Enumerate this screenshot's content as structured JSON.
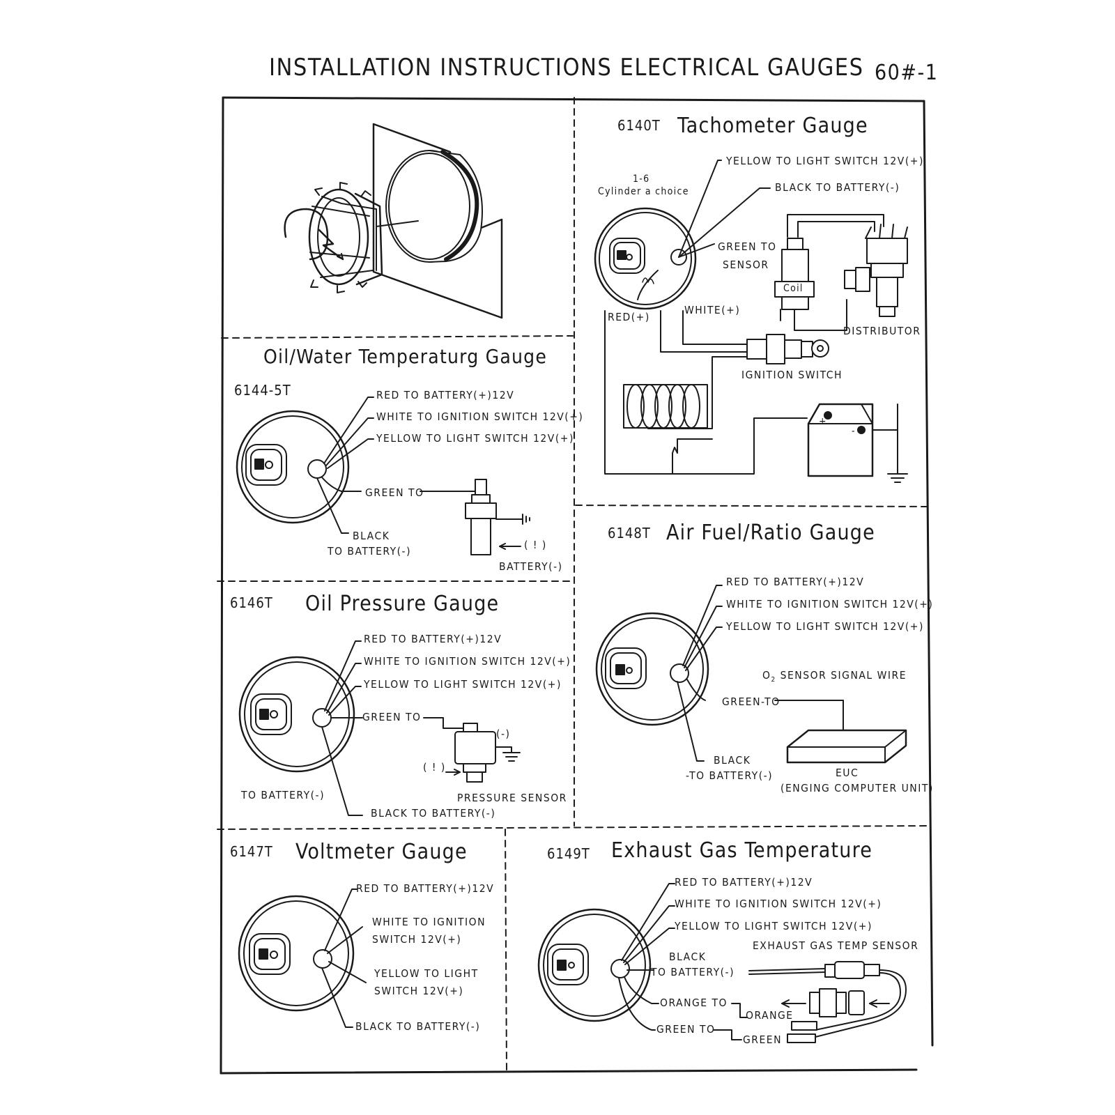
{
  "page": {
    "title": "INSTALLATION INSTRUCTIONS ELECTRICAL GAUGES",
    "page_code": "60#-1"
  },
  "tachometer": {
    "model": "6140T",
    "title": "Tachometer Gauge",
    "cylinder_line1": "1-6",
    "cylinder_line2": "Cylinder a choice",
    "yellow": "YELLOW   TO LIGHT SWITCH 12V(+)",
    "black": "BLACK   TO BATTERY(-)",
    "green_line1": "GREEN TO",
    "green_line2": "SENSOR",
    "red": "RED(+)",
    "white": "WHITE(+)",
    "coil": "Coil",
    "distributor": "DISTRIBUTOR",
    "ignition_switch": "IGNITION SWITCH",
    "battery_plus": "+",
    "battery_minus": "-"
  },
  "oil_water_temp": {
    "title": "Oil/Water Temperaturg Gauge",
    "model": "6144-5T",
    "red": "RED  TO  BATTERY(+)12V",
    "white": "WHITE   TO IGNITION SWITCH 12V(+)",
    "yellow": "YELLOW    TO LIGHT SWITCH 12V(+)",
    "green": "GREEN TO",
    "black_line1": "BLACK",
    "black_line2": "TO BATTERY(-)",
    "warning": "( ! )",
    "battery": "BATTERY(-)"
  },
  "air_fuel": {
    "model": "6148T",
    "title": "Air Fuel/Ratio Gauge",
    "red": "RED  TO  BATTERY(+)12V",
    "white": "WHITE   TO IGNITION SWITCH 12V(+)",
    "yellow": "YELLOW    TO LIGHT SWITCH 12V(+)",
    "o2_prefix": "O",
    "o2_sub": "2",
    "o2_rest": " SENSOR SIGNAL WIRE",
    "green": "GREEN-TO",
    "black_line1": "BLACK",
    "black_line2": "-TO BATTERY(-)",
    "euc_line1": "EUC",
    "euc_line2": "(ENGING COMPUTER UNIT)"
  },
  "oil_pressure": {
    "model": "6146T",
    "title": "Oil Pressure Gauge",
    "red": "RED  TO  BATTERY(+)12V",
    "white": "WHITE   TO IGNITION SWITCH 12V(+)",
    "yellow": "YELLOW   TO LIGHT SWITCH 12V(+)",
    "green": "GREEN TO",
    "minus": "(-)",
    "warning": "( ! )",
    "to_battery": "TO BATTERY(-)",
    "pressure_sensor": "PRESSURE SENSOR",
    "black": "BLACK TO BATTERY(-)"
  },
  "voltmeter": {
    "model": "6147T",
    "title": "Voltmeter Gauge",
    "red": "RED  TO  BATTERY(+)12V",
    "white_line1": "WHITE   TO IGNITION",
    "white_line2": "SWITCH 12V(+)",
    "yellow_line1": "YELLOW   TO LIGHT",
    "yellow_line2": "SWITCH 12V(+)",
    "black": "BLACK  TO BATTERY(-)"
  },
  "egt": {
    "model": "6149T",
    "title": "Exhaust Gas Temperature",
    "red": "RED  TO  BATTERY(+)12V",
    "white": "WHITE   TO IGNITION SWITCH 12V(+)",
    "yellow": "YELLOW    TO LIGHT SWITCH 12V(+)",
    "black_line1": "BLACK",
    "black_line2": "TO BATTERY(-)",
    "sensor": "EXHAUST GAS TEMP SENSOR",
    "orange_to": "ORANGE TO",
    "orange": "ORANGE",
    "green_to": "GREEN TO",
    "green": "GREEN"
  }
}
